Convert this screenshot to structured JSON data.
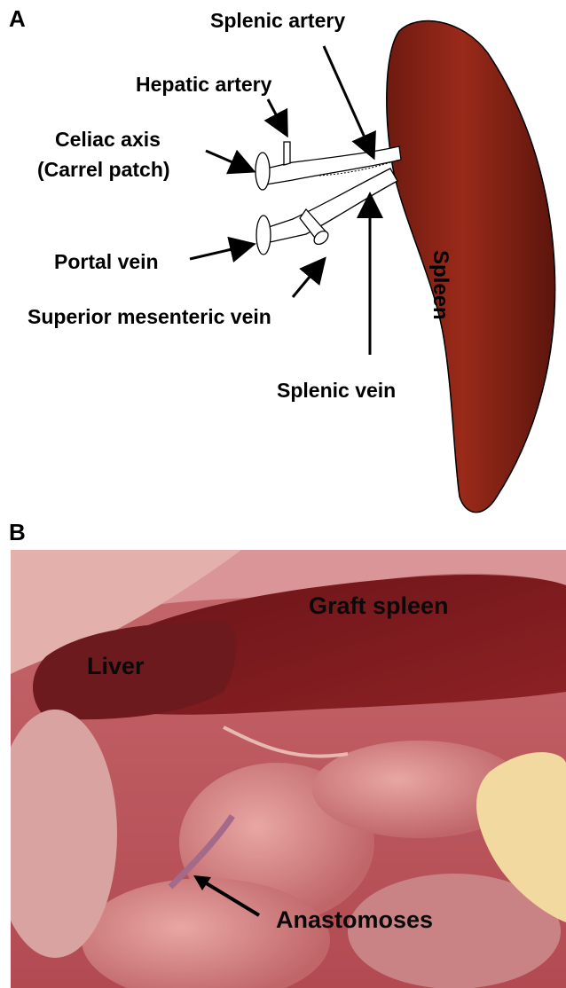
{
  "panel_a": {
    "letter": "A",
    "labels": {
      "splenic_artery": "Splenic artery",
      "hepatic_artery": "Hepatic artery",
      "celiac_axis_line1": "Celiac axis",
      "celiac_axis_line2": "(Carrel patch)",
      "portal_vein": "Portal vein",
      "superior_mesenteric_vein": "Superior mesenteric vein",
      "splenic_vein": "Splenic vein",
      "spleen": "Spleen"
    },
    "colors": {
      "spleen_fill": "#8b2416",
      "spleen_dark": "#5a160c"
    }
  },
  "panel_b": {
    "letter": "B",
    "labels": {
      "graft_spleen": "Graft spleen",
      "liver": "Liver",
      "anastomoses": "Anastomoses"
    },
    "colors": {
      "organ_dark": "#7a1a1c",
      "tissue_pink": "#d8888a",
      "fat_yellow": "#f1d9a0"
    }
  }
}
